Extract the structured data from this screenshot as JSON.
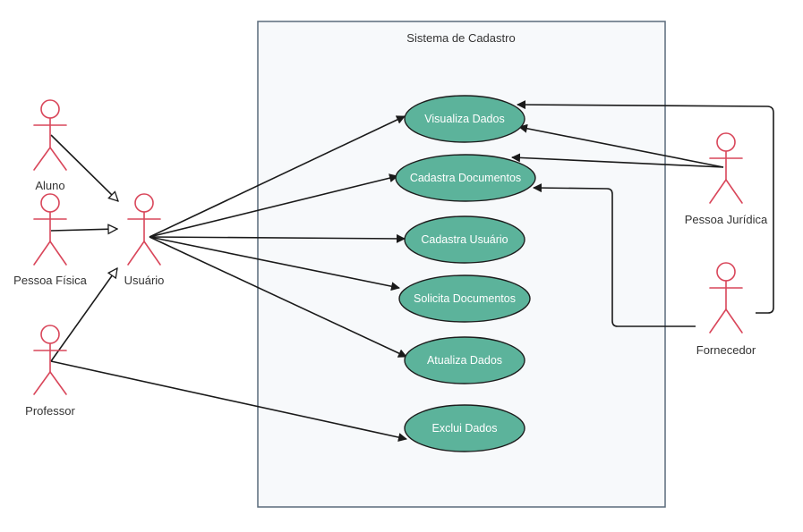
{
  "system": {
    "title": "Sistema de Cadastro"
  },
  "actors": {
    "aluno": "Aluno",
    "pessoa_fisica": "Pessoa Física",
    "usuario": "Usuário",
    "professor": "Professor",
    "pessoa_juridica": "Pessoa Jurídica",
    "fornecedor": "Fornecedor"
  },
  "use_cases": {
    "visualiza_dados": "Visualiza Dados",
    "cadastra_documentos": "Cadastra Documentos",
    "cadastra_usuario": "Cadastra Usuário",
    "solicita_documentos": "Solicita Documentos",
    "atualiza_dados": "Atualiza Dados",
    "exclui_dados": "Exclui Dados"
  },
  "colors": {
    "actor_stroke": "#d9465a",
    "use_case_fill": "#5cb39b",
    "system_border": "#5a6b7b",
    "system_fill": "#f7f9fb",
    "line": "#1a1a1a"
  }
}
